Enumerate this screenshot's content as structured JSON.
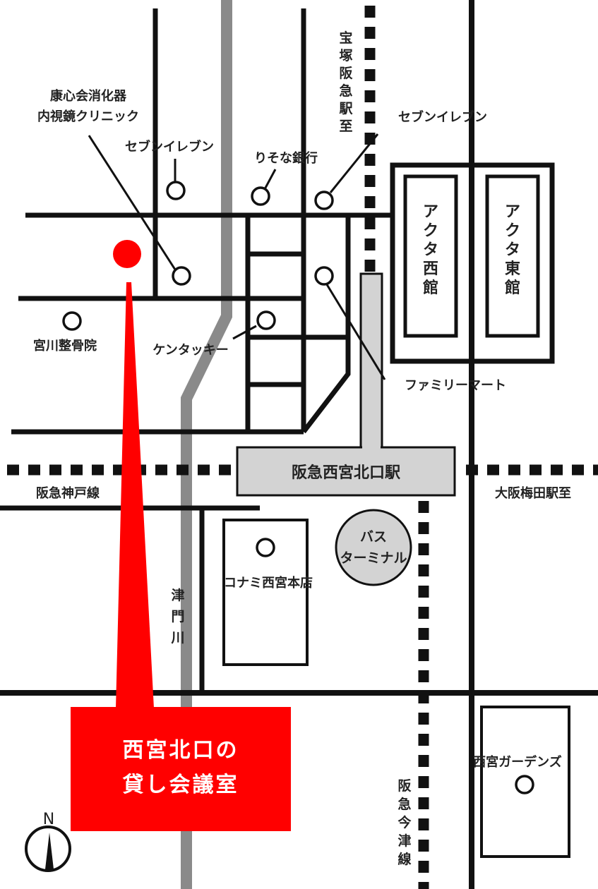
{
  "colors": {
    "road": "#111111",
    "river": "#8a8a8a",
    "station_fill": "#d3d3d3",
    "accent": "#ff0000",
    "white": "#ffffff"
  },
  "labels": {
    "takarazuka": [
      "宝",
      "塚",
      "阪",
      "急",
      "駅",
      "至"
    ],
    "koshin": [
      "康心会消化器",
      "内視鏡クリニック"
    ],
    "seven_w": "セブンイレブン",
    "resona": "りそな銀行",
    "seven_e": "セブンイレブン",
    "miyagawa": "宮川整骨院",
    "kfc": "ケンタッキー",
    "familymart": "ファミリーマート",
    "acta_west": [
      "ア",
      "ク",
      "タ",
      "西",
      "館"
    ],
    "acta_east": [
      "ア",
      "ク",
      "タ",
      "東",
      "館"
    ],
    "station": "阪急西宮北口駅",
    "kobe_line": "阪急神戸線",
    "osaka_umeda": "大阪梅田駅至",
    "bus_terminal": [
      "バス",
      "ターミナル"
    ],
    "konami": "コナミ西宮本店",
    "tsumongawa": [
      "津",
      "門",
      "川"
    ],
    "imazu_line": [
      "阪",
      "急",
      "今",
      "津",
      "線"
    ],
    "gardens": "西宮ガーデンズ",
    "compass_n": "N"
  },
  "title": {
    "line1": "西宮北口の",
    "line2": "貸し会議室"
  },
  "icons": {
    "poi": "poi-circle-icon",
    "destination": "red-location-dot-icon",
    "compass": "north-compass-icon"
  }
}
